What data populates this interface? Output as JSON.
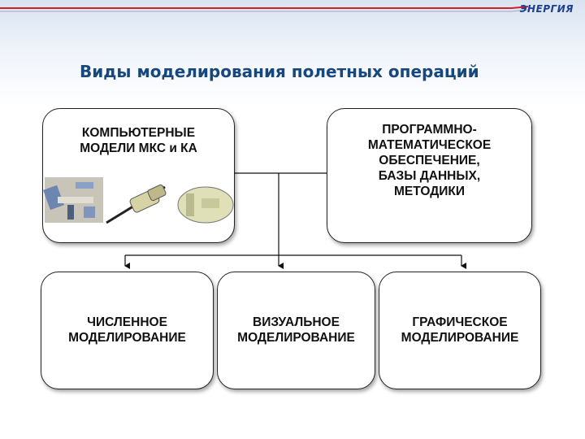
{
  "header": {
    "logo": "ЭНЕРГИЯ",
    "title": "Виды моделирования полетных операций"
  },
  "boxes": {
    "models": "КОМПЬЮТЕРНЫЕ\nМОДЕЛИ МКС и КА",
    "software": "ПРОГРАММНО-\nМАТЕМАТИЧЕСКОЕ\nОБЕСПЕЧЕНИЕ,\nБАЗЫ ДАННЫХ,\nМЕТОДИКИ",
    "numeric": "ЧИСЛЕННОЕ\nМОДЕЛИРОВАНИЕ",
    "visual": "ВИЗУАЛЬНОЕ\nМОДЕЛИРОВАНИЕ",
    "graphic": "ГРАФИЧЕСКОЕ\nМОДЕЛИРОВАНИЕ"
  },
  "colors": {
    "title": "#17487d",
    "logo": "#1d3f8f",
    "swoosh_red": "#d0202a"
  }
}
